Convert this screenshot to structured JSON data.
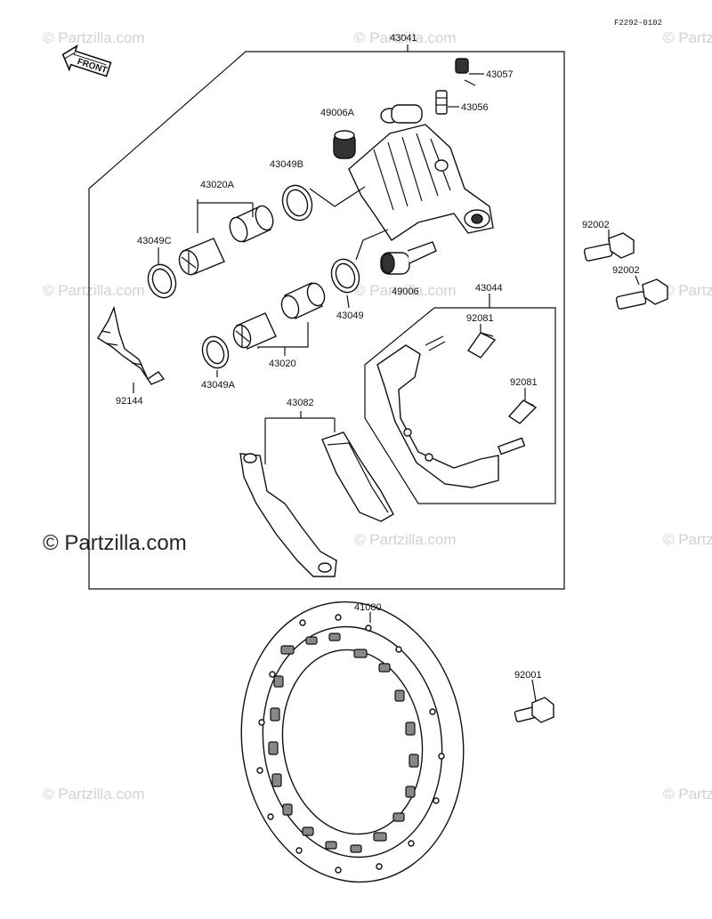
{
  "diagram_code": "F2292-0102",
  "front_label": "FRONT",
  "watermark": "© Partzilla.com",
  "parts": {
    "p43041": "43041",
    "p43057": "43057",
    "p43056": "43056",
    "p49006A": "49006A",
    "p43049B": "43049B",
    "p43020A": "43020A",
    "p43049C": "43049C",
    "p49006": "49006",
    "p43049": "43049",
    "p43020": "43020",
    "p43049A": "43049A",
    "p92144": "92144",
    "p43082": "43082",
    "p43044": "43044",
    "p92081a": "92081",
    "p92081b": "92081",
    "p92002a": "92002",
    "p92002b": "92002",
    "p41080": "41080",
    "p92001": "92001"
  }
}
